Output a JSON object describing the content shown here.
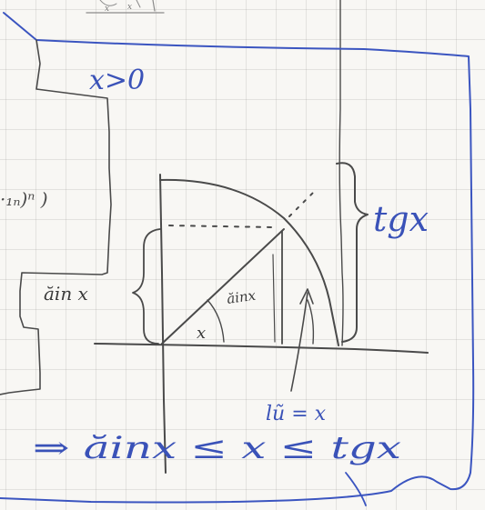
{
  "note": {
    "condition": "x>0",
    "fragment": "·₁ₙ)ⁿ )",
    "tangent_label": "tgx",
    "sine_left_label": "ăin x",
    "sine_segment_label": "ăinx",
    "angle_label": "x",
    "arc_label": "lũ = x",
    "conclusion": "⇒ ăinx ≤ x ≤ tgx"
  },
  "colors": {
    "paper": "#f8f7f4",
    "grid": "#cfcfcf",
    "ink_blue": "#3b55c0",
    "pencil": "#4a4a4a"
  }
}
